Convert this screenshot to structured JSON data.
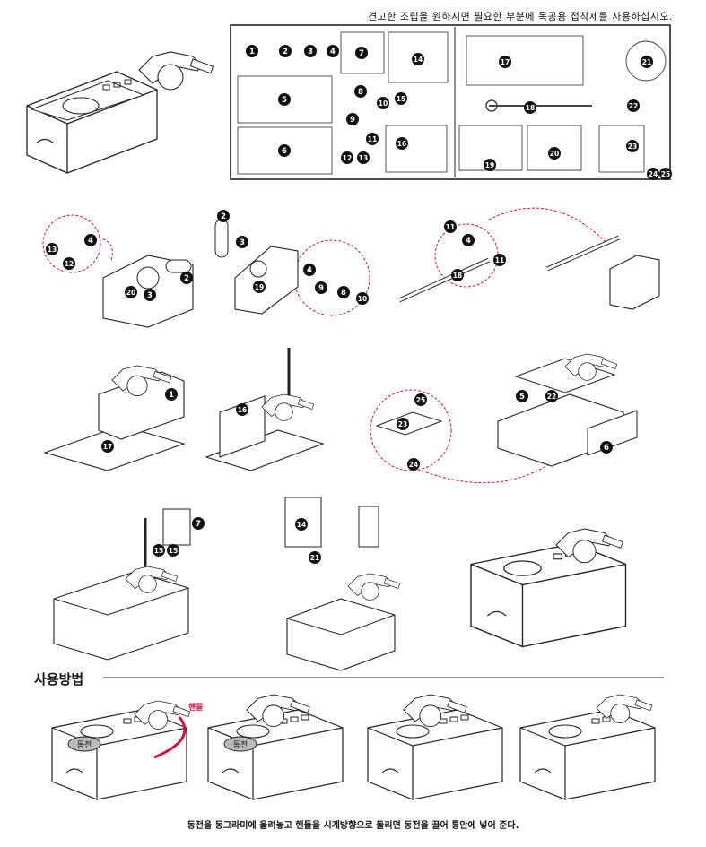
{
  "header": {
    "tip": "견고한 조립을 원하시면 필요한 부분에 목공용 접착제를 사용하십시오."
  },
  "sheet": {
    "labels": [
      "1",
      "2",
      "3",
      "4",
      "5",
      "6",
      "7",
      "8",
      "9",
      "10",
      "11",
      "12",
      "13",
      "14",
      "15",
      "16",
      "17",
      "18",
      "19",
      "20",
      "21",
      "22",
      "23",
      "24",
      "25"
    ]
  },
  "steps": {
    "s1": [
      "13",
      "4",
      "12",
      "20",
      "3",
      "2"
    ],
    "s2": [
      "2",
      "3",
      "19",
      "4",
      "9",
      "8",
      "10"
    ],
    "s3": [
      "11",
      "4",
      "18",
      "11"
    ],
    "s5": [
      "1",
      "17"
    ],
    "s6": [
      "16"
    ],
    "s7": [
      "25",
      "23",
      "24",
      "5",
      "22",
      "6"
    ],
    "s8": [
      "7",
      "15",
      "15"
    ],
    "s9": [
      "14",
      "21"
    ]
  },
  "usage": {
    "title": "사용방법",
    "coin": "동전",
    "handle": "핸들",
    "note": "동전을 동그라미에 올려놓고 핸들을 시계방향으로 돌리면 동전을 끌어 통안에 넣어 준다."
  },
  "colors": {
    "line": "#222222",
    "accent": "#d0103a",
    "badge": "#111111"
  }
}
